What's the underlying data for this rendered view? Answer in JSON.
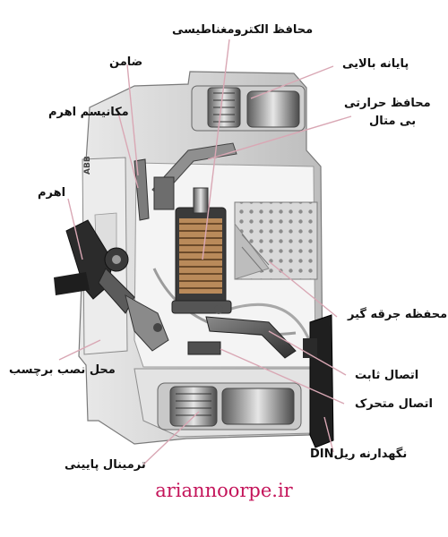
{
  "diagram": {
    "labels": {
      "electromagnetic_protector": "محافظ الکترومغناطیسی",
      "guarantor": "ضامن",
      "upper_terminal": "پایانه بالایی",
      "lever_mechanism": "مکانیسم اهرم",
      "bimetal_protector_line1": "محافظ حرارتی",
      "bimetal_protector_line2": "بی متال",
      "lever": "اهرم",
      "arc_chute": "محفظه جرقه گیر",
      "label_mount": "محل نصب برچسب",
      "fixed_contact": "اتصال ثابت",
      "moving_contact": "اتصال متحرک",
      "din_rail_holder_word": "نگهدارنه ریل",
      "din_rail_holder_suffix": "DIN",
      "lower_terminal": "ترمینال پایینی"
    },
    "brand_mark": "ABB"
  },
  "footer": {
    "website": "ariannoorpe.ir"
  }
}
